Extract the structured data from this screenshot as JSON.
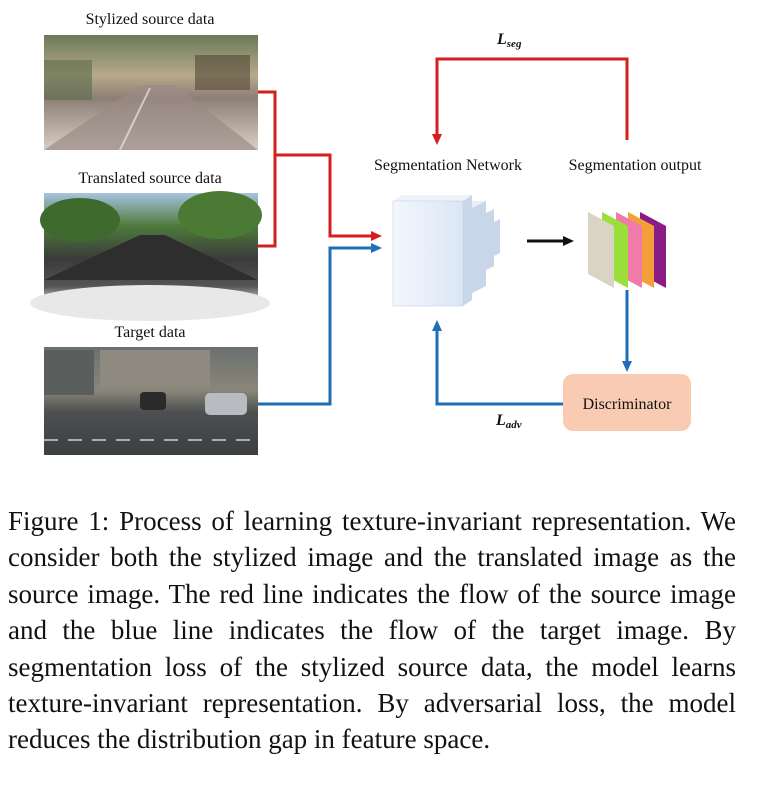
{
  "inputs": {
    "stylized_label": "Stylized source data",
    "translated_label": "Translated source data",
    "target_label": "Target data"
  },
  "network": {
    "segmentation_network_label": "Segmentation Network",
    "segmentation_output_label": "Segmentation output",
    "discriminator_label": "Discriminator"
  },
  "losses": {
    "seg_main": "L",
    "seg_sub": "seg",
    "adv_main": "L",
    "adv_sub": "adv"
  },
  "colors": {
    "source_flow": "#d41f1f",
    "target_flow": "#1f6fb5",
    "discriminator_fill": "#f8cbb2",
    "output_maps": [
      "#d9d4c4",
      "#9adf3a",
      "#f07aa8",
      "#f4a03a",
      "#8a1c86"
    ]
  },
  "caption": {
    "text": "Figure 1: Process of learning texture-invariant representation. We consider both the stylized image and the translated image as the source image. The red line indicates the flow of the source image and the blue line indicates the flow of the target image. By segmentation loss of the stylized source data, the model learns texture-invariant representation. By adversarial loss, the model reduces the distribution gap in feature space."
  }
}
